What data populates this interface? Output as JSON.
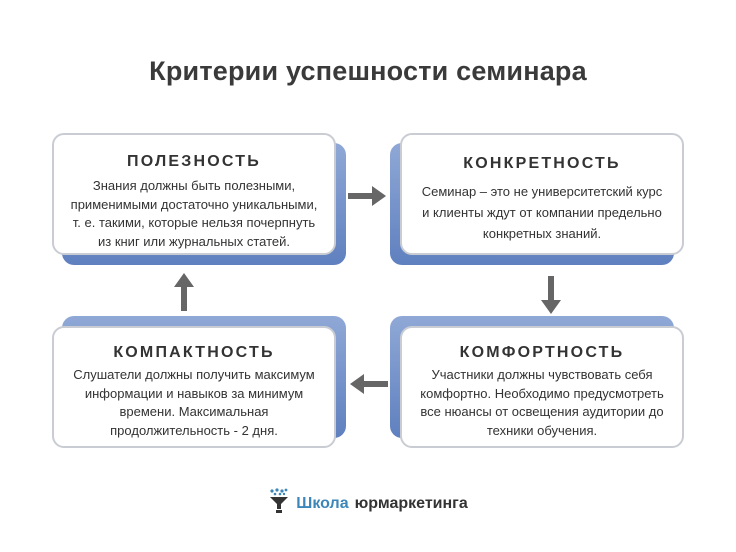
{
  "title": "Критерии успешности семинара",
  "cards": {
    "usefulness": {
      "title": "ПОЛЕЗНОСТЬ",
      "lines": [
        "Знания должны быть полезными,",
        "применимыми достаточно уникальными,",
        "т. е. такими, которые нельзя почерпнуть",
        "из книг или журнальных статей."
      ]
    },
    "concreteness": {
      "title": "КОНКРЕТНОСТЬ",
      "lines": [
        "Семинар – это не университетский курс",
        "и клиенты ждут от компании предельно",
        "конкретных знаний."
      ]
    },
    "compactness": {
      "title": "КОМПАКТНОСТЬ",
      "lines": [
        "Слушатели должны получить максимум",
        "информации и навыков за минимум",
        "времени. Максимальная",
        "продолжительность - 2 дня."
      ]
    },
    "comfort": {
      "title": "КОМФОРТНОСТЬ",
      "lines": [
        "Участники должны чувствовать себя",
        "комфортно. Необходимо предусмотреть",
        "все нюансы от освещения аудитории до",
        "техники обучения."
      ]
    }
  },
  "footer": {
    "brand_part1": "Школа",
    "brand_part2": "юрмаркетинга",
    "icon": "funnel-logo-icon"
  },
  "colors": {
    "accent_blue": "#5f80bf",
    "arrow": "#666666",
    "brand_blue": "#3c86b9"
  }
}
